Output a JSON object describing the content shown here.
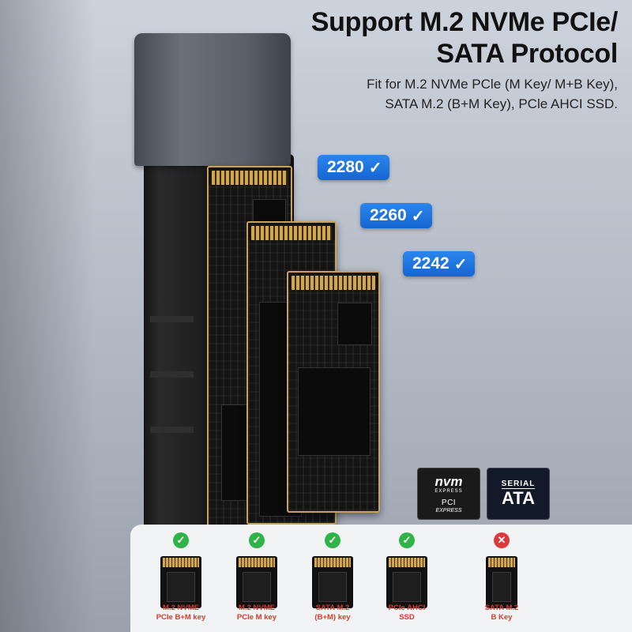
{
  "headline": {
    "line1": "Support M.2 NVMe PCIe/",
    "line2": "SATA Protocol"
  },
  "subtext": {
    "line1": "Fit for M.2 NVMe PCle (M Key/ M+B Key),",
    "line2": "SATA M.2 (B+M Key), PCle AHCI SSD."
  },
  "size_tags": [
    {
      "label": "2280",
      "icon": "check-icon"
    },
    {
      "label": "2260",
      "icon": "check-icon"
    },
    {
      "label": "2242",
      "icon": "check-icon"
    }
  ],
  "logos": {
    "nvme": {
      "top": "nvm",
      "sub": "EXPRESS",
      "pci": "PCI",
      "pci_sub": "EXPRESS"
    },
    "sata": {
      "top": "SERIAL",
      "main": "ATA"
    }
  },
  "compatibility": [
    {
      "label": "M.2 NVME\nPCIe B+M key",
      "supported": true
    },
    {
      "label": "M.2 NVME\nPCIe M key",
      "supported": true
    },
    {
      "label": "SATA M.2\n(B+M) key",
      "supported": true
    },
    {
      "label": "PCIe AHCI\nSSD",
      "supported": true
    },
    {
      "label": "SATA M.2\nB Key",
      "supported": false
    }
  ],
  "colors": {
    "tag_blue": "#1f78e4",
    "ok_green": "#2fb44a",
    "no_red": "#e0383a",
    "label_red": "#d53a2c",
    "gold": "#d6a54a"
  }
}
